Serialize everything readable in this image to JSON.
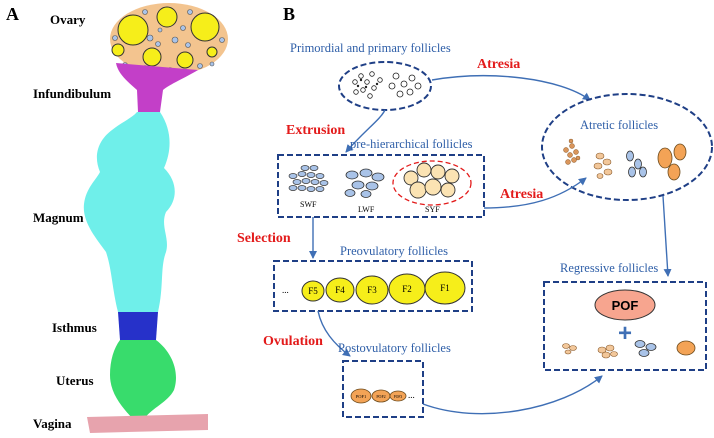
{
  "panel_a": {
    "letter": "A",
    "labels": {
      "ovary": "Ovary",
      "infundibulum": "Infundibulum",
      "magnum": "Magnum",
      "isthmus": "Isthmus",
      "uterus": "Uterus",
      "vagina": "Vagina"
    },
    "colors": {
      "ovary_bg": "#f3c48f",
      "follicle_yellow": "#f6ee1a",
      "infundibulum": "#c33fc8",
      "magnum": "#6fefea",
      "isthmus": "#2631c9",
      "uterus": "#38dc6c",
      "vagina": "#e7a3ad"
    }
  },
  "panel_b": {
    "letter": "B",
    "stages": {
      "primordial": "Primordial and primary follicles",
      "prehierarchical": "pre-hierarchical follicles",
      "preovulatory": "Preovulatory follicles",
      "postovulatory": "Postovulatory follicles",
      "atretic": "Atretic follicles",
      "regressive": "Regressive follicles"
    },
    "processes": {
      "extrusion": "Extrusion",
      "atresia_top": "Atresia",
      "atresia_mid": "Atresia",
      "selection": "Selection",
      "ovulation": "Ovulation"
    },
    "swf": "SWF",
    "lwf": "LWF",
    "syf": "SYF",
    "ellipsis_pre": "...",
    "ellipsis_post": "...",
    "preovulatory_follicles": [
      "F5",
      "F4",
      "F3",
      "F2",
      "F1"
    ],
    "postovulatory_follicles": [
      "POF1",
      "POF2",
      "POF3"
    ],
    "pof": "POF",
    "plus": "+",
    "colors": {
      "dash_box": "#1f3f86",
      "stage_text": "#2f5fa8",
      "process_text": "#e31b1b",
      "yellow": "#f6ee1a",
      "pof_fill": "#f7a58f",
      "pale_blue": "#a9c3e8",
      "orange": "#f3a356"
    }
  }
}
